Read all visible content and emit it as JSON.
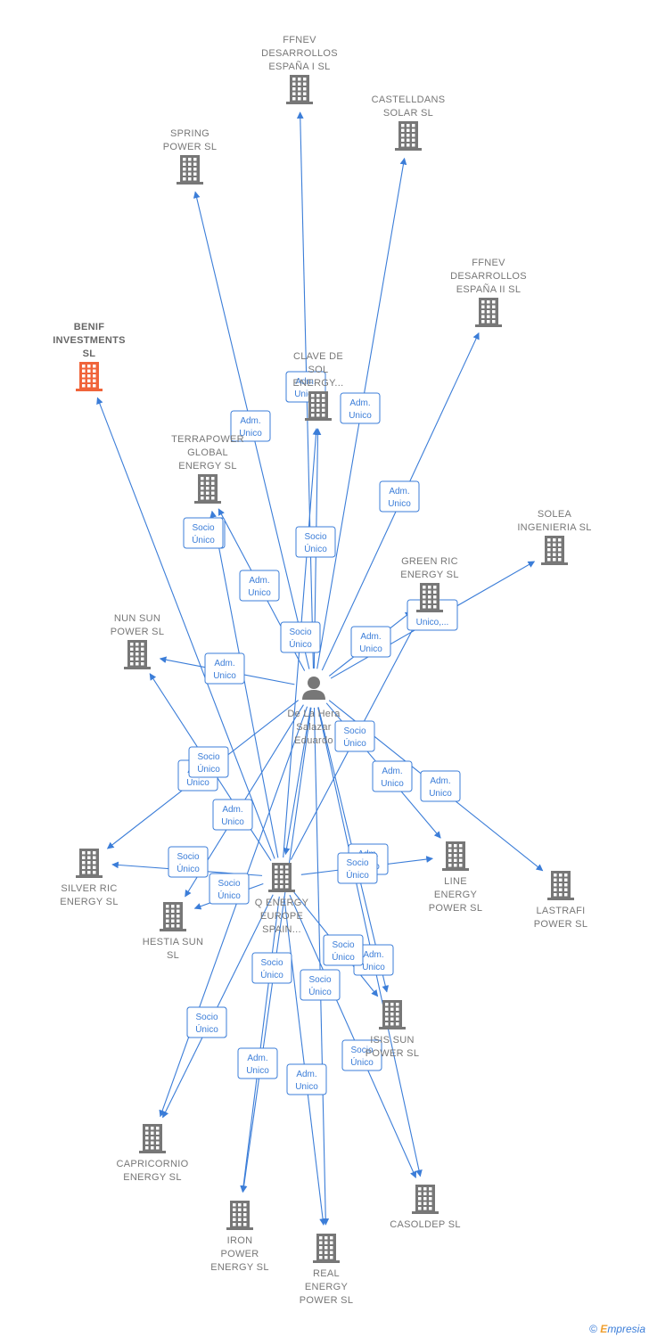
{
  "colors": {
    "edge": "#3b7dd8",
    "node": "#777777",
    "highlight": "#f0643a"
  },
  "person": {
    "name_lines": [
      "De La Hera",
      "Salazar",
      "Eduardo"
    ],
    "icon": "person-icon"
  },
  "companies": [
    {
      "id": "ffnev1",
      "lines": [
        "FFNEV",
        "DESARROLLOS",
        "ESPAÑA I  SL"
      ]
    },
    {
      "id": "castelldans",
      "lines": [
        "CASTELLDANS",
        "SOLAR  SL"
      ]
    },
    {
      "id": "spring",
      "lines": [
        "SPRING",
        "POWER  SL"
      ]
    },
    {
      "id": "ffnev2",
      "lines": [
        "FFNEV",
        "DESARROLLOS",
        "ESPAÑA II  SL"
      ]
    },
    {
      "id": "benif",
      "lines": [
        "BENIF",
        "INVESTMENTS",
        "SL"
      ],
      "highlight": true
    },
    {
      "id": "clave",
      "lines": [
        "CLAVE DE",
        "SOL",
        "ENERGY..."
      ]
    },
    {
      "id": "terrapower",
      "lines": [
        "TERRAPOWER",
        "GLOBAL",
        "ENERGY  SL"
      ]
    },
    {
      "id": "solea",
      "lines": [
        "SOLEA",
        "INGENIERIA SL"
      ]
    },
    {
      "id": "greenric",
      "lines": [
        "GREEN RIC",
        "ENERGY  SL"
      ]
    },
    {
      "id": "nunsun",
      "lines": [
        "NUN SUN",
        "POWER  SL"
      ]
    },
    {
      "id": "silverric",
      "lines": [
        "SILVER RIC",
        "ENERGY  SL"
      ]
    },
    {
      "id": "qenergy",
      "lines": [
        "Q ENERGY",
        "EUROPE",
        "SPAIN..."
      ]
    },
    {
      "id": "hestia",
      "lines": [
        "HESTIA SUN",
        "SL"
      ]
    },
    {
      "id": "line",
      "lines": [
        "LINE",
        "ENERGY",
        "POWER  SL"
      ]
    },
    {
      "id": "lastrafi",
      "lines": [
        "LASTRAFI",
        "POWER  SL"
      ]
    },
    {
      "id": "isis",
      "lines": [
        "ISIS SUN",
        "POWER  SL"
      ]
    },
    {
      "id": "capricornio",
      "lines": [
        "CAPRICORNIO",
        "ENERGY  SL"
      ]
    },
    {
      "id": "casoldep",
      "lines": [
        "CASOLDEP  SL"
      ]
    },
    {
      "id": "iron",
      "lines": [
        "IRON",
        "POWER",
        "ENERGY  SL"
      ]
    },
    {
      "id": "real",
      "lines": [
        "REAL",
        "ENERGY",
        "POWER  SL"
      ]
    }
  ],
  "edge_labels": {
    "adm_unico": [
      "Adm.",
      "Unico"
    ],
    "socio_unico": [
      "Socio",
      "Único"
    ],
    "adm_unico_more": [
      "Adm.",
      "Unico,..."
    ]
  },
  "edges": [
    {
      "from": "person",
      "to": "ffnev1",
      "label": "adm_unico"
    },
    {
      "from": "person",
      "to": "castelldans",
      "label": "adm_unico"
    },
    {
      "from": "person",
      "to": "spring",
      "label": "adm_unico"
    },
    {
      "from": "person",
      "to": "ffnev2",
      "label": "adm_unico"
    },
    {
      "from": "person",
      "to": "clave",
      "label": "adm_unico"
    },
    {
      "from": "person",
      "to": "terrapower",
      "label": "adm_unico"
    },
    {
      "from": "person",
      "to": "greenric",
      "label": "adm_unico"
    },
    {
      "from": "person",
      "to": "solea",
      "label": "adm_unico_more"
    },
    {
      "from": "person",
      "to": "nunsun",
      "label": "adm_unico"
    },
    {
      "from": "person",
      "to": "silverric",
      "label": "adm_unico"
    },
    {
      "from": "person",
      "to": "line",
      "label": "adm_unico"
    },
    {
      "from": "person",
      "to": "lastrafi",
      "label": "adm_unico"
    },
    {
      "from": "person",
      "to": "hestia",
      "label": "adm_unico"
    },
    {
      "from": "person",
      "to": "isis",
      "label": "adm_unico"
    },
    {
      "from": "person",
      "to": "casoldep",
      "label": "adm_unico"
    },
    {
      "from": "person",
      "to": "iron",
      "label": "adm_unico"
    },
    {
      "from": "person",
      "to": "real",
      "label": "adm_unico"
    },
    {
      "from": "person",
      "to": "capricornio",
      "label": "adm_unico"
    },
    {
      "from": "qenergy",
      "to": "benif",
      "label": "adm_unico"
    },
    {
      "from": "qenergy",
      "to": "clave",
      "label": "socio_unico"
    },
    {
      "from": "qenergy",
      "to": "terrapower",
      "label": "socio_unico"
    },
    {
      "from": "qenergy",
      "to": "nunsun",
      "label": "socio_unico"
    },
    {
      "from": "qenergy",
      "to": "greenric",
      "label": "socio_unico"
    },
    {
      "from": "qenergy",
      "to": "silverric",
      "label": "socio_unico"
    },
    {
      "from": "qenergy",
      "to": "hestia",
      "label": "socio_unico"
    },
    {
      "from": "qenergy",
      "to": "line",
      "label": "socio_unico"
    },
    {
      "from": "qenergy",
      "to": "isis",
      "label": "socio_unico"
    },
    {
      "from": "qenergy",
      "to": "casoldep",
      "label": "socio_unico"
    },
    {
      "from": "qenergy",
      "to": "capricornio",
      "label": "socio_unico"
    },
    {
      "from": "qenergy",
      "to": "iron",
      "label": "socio_unico"
    },
    {
      "from": "qenergy",
      "to": "real",
      "label": "socio_unico"
    },
    {
      "from": "person",
      "to": "qenergy",
      "label": "socio_unico"
    }
  ],
  "footer": {
    "copyright": "©",
    "brand_initial": "E",
    "brand_rest": "mpresia"
  }
}
